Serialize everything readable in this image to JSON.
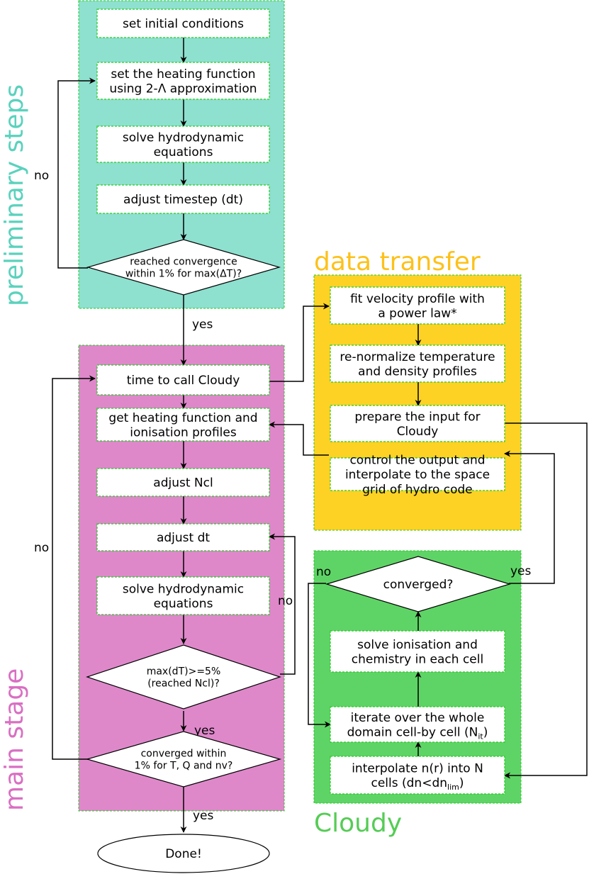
{
  "panels": {
    "preliminary": {
      "label": "preliminary steps",
      "color": "#8ee0cf"
    },
    "transfer": {
      "label": "data transfer",
      "color": "#fdd225"
    },
    "main": {
      "label": "main stage",
      "color": "#de88ca"
    },
    "cloudy": {
      "label": "Cloudy",
      "color": "#5fd466"
    }
  },
  "nodes": {
    "p1": [
      "set initial conditions"
    ],
    "p2": [
      "set the heating function",
      "using 2-Λ approximation"
    ],
    "p3": [
      "solve hydrodynamic",
      "equations"
    ],
    "p4": [
      "adjust timestep (dt)"
    ],
    "pd": [
      "reached convergence",
      "within 1% for max(ΔT)?"
    ],
    "m1": [
      "time to call Cloudy"
    ],
    "m2": [
      "get heating function and",
      "ionisation profiles"
    ],
    "m3": [
      "adjust Ncl"
    ],
    "m4": [
      "adjust dt"
    ],
    "m5": [
      "solve hydrodynamic",
      "equations"
    ],
    "md1": [
      "max(dT)>=5%",
      "(reached Ncl)?"
    ],
    "md2": [
      "converged within",
      "1% for T, Q and nv?"
    ],
    "done": [
      "Done!"
    ],
    "t1": [
      "fit velocity profile with",
      "a power law*"
    ],
    "t2": [
      "re-normalize temperature",
      "and density profiles"
    ],
    "t3": [
      "prepare the input for",
      "Cloudy"
    ],
    "t4": [
      "control the output and",
      "interpolate to the space",
      "grid of hydro code"
    ],
    "cd": [
      "converged?"
    ],
    "c1": [
      "solve ionisation and",
      "chemistry in each cell"
    ],
    "c2": [
      "iterate over the whole",
      "domain cell-by cell (N",
      "it",
      ")"
    ],
    "c3": [
      "interpolate n(r) into N",
      "cells (dn<dn",
      "lim",
      ")"
    ]
  },
  "edge_labels": {
    "no_prelim": "no",
    "yes_prelim": "yes",
    "no_main": "no",
    "no_dt": "no",
    "yes_md1": "yes",
    "yes_done": "yes",
    "no_cloudy": "no",
    "yes_cloudy": "yes"
  }
}
